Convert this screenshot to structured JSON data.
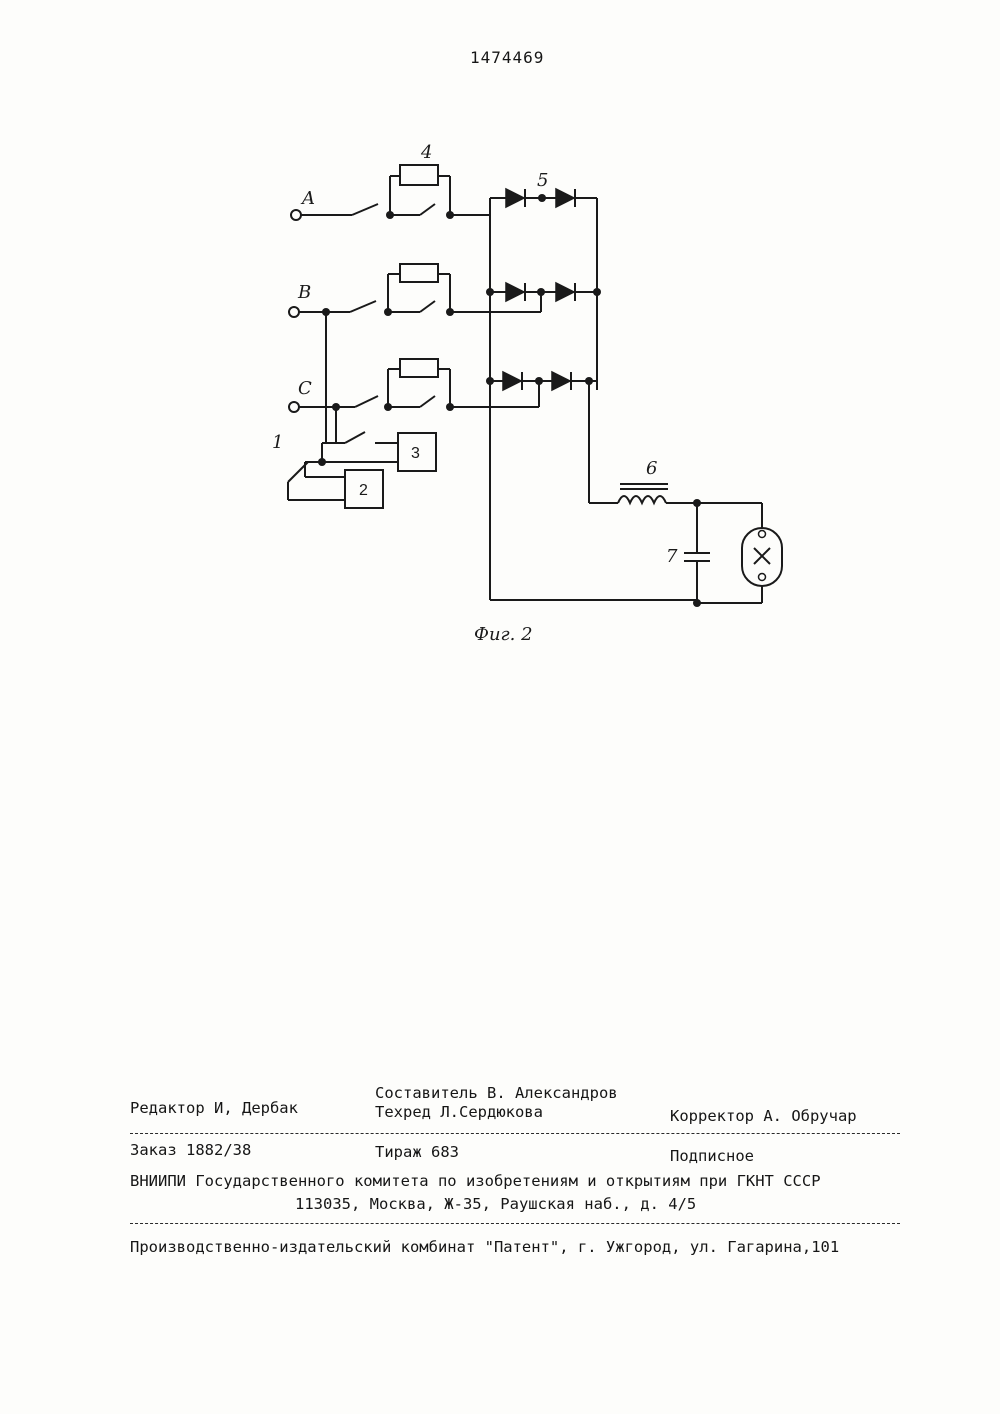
{
  "header": {
    "patent_number": "1474469"
  },
  "figure": {
    "caption": "Фиг. 2",
    "terminals": {
      "a": "A",
      "b": "B",
      "c": "C"
    },
    "labels": {
      "resistor": "4",
      "diodes": "5",
      "inductor": "6",
      "capacitor": "7",
      "switch": "1",
      "block2": "2",
      "block3": "3"
    }
  },
  "footer": {
    "compiler": "Составитель В. Александров",
    "editor": "Редактор И, Дербак",
    "techred": "Техред Л.Сердюкова",
    "corrector": "Корректор  А. Обручар",
    "order": "Заказ 1882/38",
    "circulation": "Тираж 683",
    "subscription": "Подписное",
    "org_line1": "ВНИИПИ Государственного комитета по изобретениям и открытиям при ГКНТ СССР",
    "org_line2": "113035, Москва, Ж-35, Раушская наб., д. 4/5",
    "publisher": "Производственно-издательский комбинат \"Патент\", г. Ужгород, ул. Гагарина,101"
  }
}
